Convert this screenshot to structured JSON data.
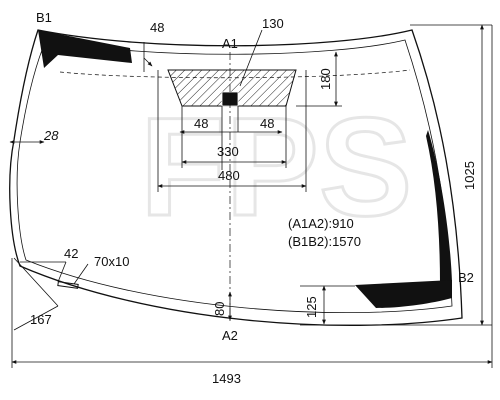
{
  "labels": {
    "b1": "B1",
    "b2": "B2",
    "a1": "A1",
    "a2": "A2"
  },
  "dimensions": {
    "d48_top": "48",
    "d130": "130",
    "d180": "180",
    "d28": "28",
    "d48_left": "48",
    "d48_right": "48",
    "d330": "330",
    "d480": "480",
    "d1025": "1025",
    "d42": "42",
    "d70x10": "70x10",
    "d80": "80",
    "d125": "125",
    "d167": "167",
    "d1493": "1493"
  },
  "specs": {
    "a1a2": "(A1A2):910",
    "b1b2": "(B1B2):1570"
  },
  "watermark": {
    "text": "FPS"
  }
}
